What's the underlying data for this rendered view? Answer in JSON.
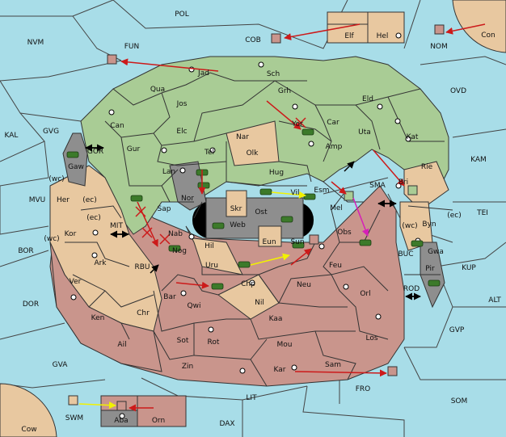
{
  "map": {
    "sea_labels": {
      "pol": "POL",
      "nvm": "NVM",
      "fun": "FUN",
      "cob": "COB",
      "nom": "NOM",
      "ovd": "OVD",
      "kal": "KAL",
      "gvg": "GVG",
      "gor": "GOR",
      "kam": "KAM",
      "sma": "SMA",
      "mvu": "MVU",
      "mit": "MIT",
      "tei": "TEI",
      "bor": "BOR",
      "rbu": "RBU",
      "buc": "BUC",
      "kup": "KUP",
      "dor": "DOR",
      "rod": "ROD",
      "alt": "ALT",
      "gvp": "GVP",
      "gva": "GVA",
      "fro": "FRO",
      "lit": "LIT",
      "som": "SOM",
      "swm": "SWM",
      "dax": "DAX"
    },
    "green_provinces": {
      "jad": "Jad",
      "sch": "Sch",
      "qua": "Qua",
      "jos": "Jos",
      "grh": "Grh",
      "eld": "Eld",
      "can": "Can",
      "yor": "Yor",
      "car": "Car",
      "uta": "Uta",
      "kat": "Kat",
      "elc": "Elc",
      "tel": "Tel",
      "amp": "Amp",
      "gur": "Gur",
      "lan": "Lan",
      "hug": "Hug",
      "nor": "Nor",
      "sap": "Sap",
      "vil": "Vil",
      "esm": "Esm"
    },
    "tan_provinces": {
      "nar": "Nar",
      "olk": "Olk",
      "bri": "Bri",
      "rie": "Rie",
      "her": "Her",
      "kor": "Kor",
      "ark": "Ark",
      "nab": "Nab",
      "hil": "Hil",
      "chr": "Chr",
      "byn": "Byn",
      "gwa": "Gwa",
      "nil": "Nil",
      "skr": "Skr",
      "eun": "Eun",
      "elf": "Elf",
      "hel": "Hel",
      "con": "Con",
      "cow": "Cow"
    },
    "red_provinces": {
      "mel": "Mel",
      "obs": "Obs",
      "nog": "Nog",
      "sun": "Sun",
      "uru": "Uru",
      "feu": "Feu",
      "ver": "Ver",
      "chp": "Chp",
      "neu": "Neu",
      "orl": "Orl",
      "bar": "Bar",
      "qwi": "Qwi",
      "ken": "Ken",
      "kaa": "Kaa",
      "los": "Los",
      "ail": "Ail",
      "sot": "Sot",
      "rot": "Rot",
      "mou": "Mou",
      "zin": "Zin",
      "kar": "Kar",
      "sam": "Sam",
      "orn": "Orn"
    },
    "gray_provinces": {
      "gaw": "Gaw",
      "pir": "Pir",
      "ost": "Ost",
      "web": "Web",
      "aba": "Aba"
    },
    "coast_labels": {
      "wc1": "(wc)",
      "ec1": "(ec)",
      "ec2": "(ec)",
      "wc2": "(wc)",
      "wc3": "(wc)",
      "ec3": "(ec)"
    },
    "colors": {
      "sea": "#a8dde8",
      "green": "#a9cc95",
      "tan": "#e8c8a0",
      "red": "#c9958c",
      "gray": "#8e8e8e",
      "unit_green": "#3c7a2a",
      "move_red": "#cc1a1a",
      "move_yellow": "#f2f200",
      "move_magenta": "#d61fb8"
    }
  }
}
